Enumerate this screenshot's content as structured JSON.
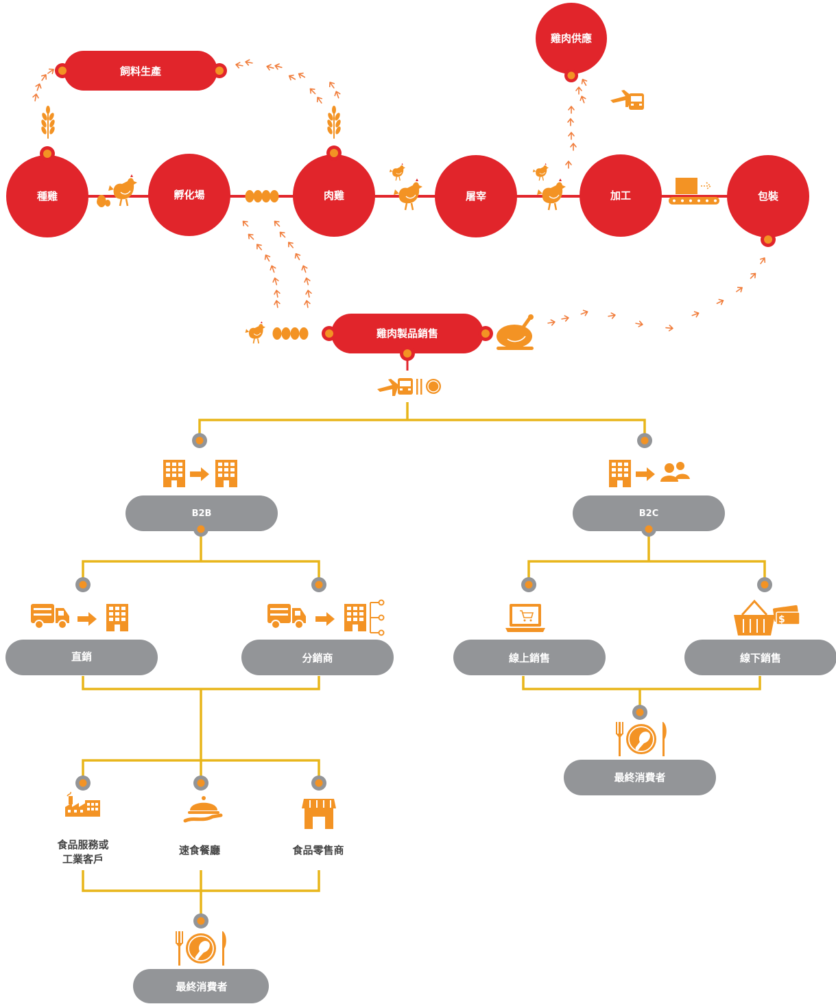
{
  "colors": {
    "red": "#E1252B",
    "orange": "#F39324",
    "gray": "#939598",
    "gold": "#E8B51A",
    "arrow": "#F07C3A",
    "white": "#FFFFFF"
  },
  "supply_chain": {
    "breeder": "種雞",
    "hatchery": "孵化場",
    "broiler": "肉雞",
    "slaughter": "屠宰",
    "processing": "加工",
    "packaging": "包裝",
    "feed": "飼料生產",
    "chicken_supply": "雞肉供應",
    "product_sales": "雞肉製品銷售"
  },
  "distribution": {
    "b2b": "B2B",
    "b2c": "B2C",
    "direct_sales": "直銷",
    "distributor": "分銷商",
    "online_sales": "線上銷售",
    "offline_sales": "線下銷售",
    "food_service_line1": "食品服務或",
    "food_service_line2": "工業客戶",
    "fast_food": "速食餐廳",
    "food_retailer": "食品零售商",
    "end_consumer_left": "最終消費者",
    "end_consumer_right": "最終消費者"
  },
  "icons": [
    "wheat-icon",
    "hen-icon",
    "egg-icon",
    "chick-icon",
    "plane-icon",
    "bus-icon",
    "utensils-icon",
    "plate-icon",
    "conveyor-icon",
    "box-icon",
    "roast-chicken-icon",
    "building-icon",
    "people-icon",
    "truck-icon",
    "laptop-cart-icon",
    "basket-icon",
    "money-icon",
    "factory-icon",
    "cloche-icon",
    "shop-icon",
    "drumstick-plate-icon",
    "fork-icon",
    "knife-icon"
  ]
}
